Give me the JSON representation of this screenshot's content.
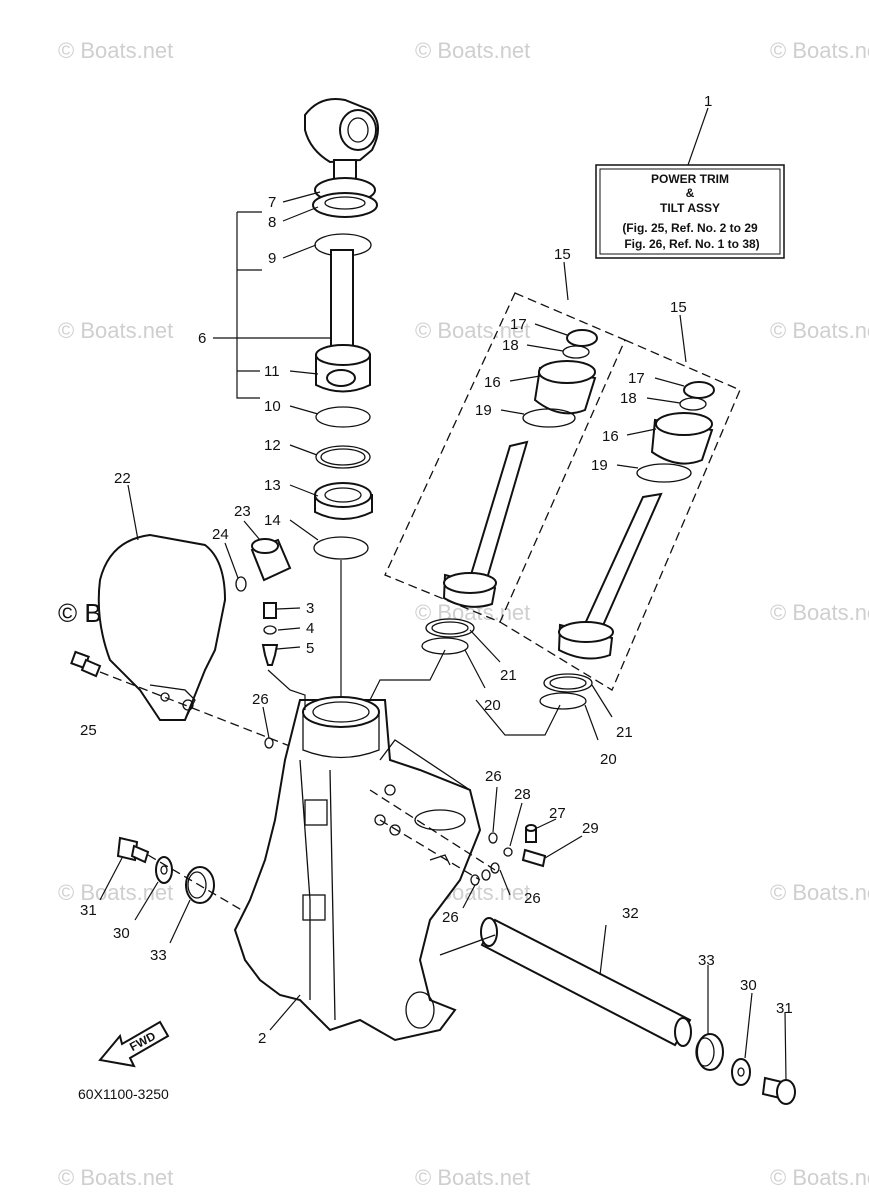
{
  "diagram": {
    "figure_code": "60X1100-3250",
    "fwd_label": "FWD",
    "watermark": "© Boats.net",
    "info_box": {
      "line1": "POWER TRIM",
      "line2": "&",
      "line3": "TILT ASSY",
      "line4": "(Fig. 25, Ref. No. 2 to 29",
      "line5": "Fig. 26, Ref. No. 1 to 38)"
    },
    "callouts": {
      "n1": "1",
      "n2": "2",
      "n3": "3",
      "n4": "4",
      "n5": "5",
      "n6": "6",
      "n7": "7",
      "n8": "8",
      "n9": "9",
      "n10": "10",
      "n11": "11",
      "n12": "12",
      "n13": "13",
      "n14": "14",
      "n15a": "15",
      "n15b": "15",
      "n16a": "16",
      "n16b": "16",
      "n17a": "17",
      "n17b": "17",
      "n18a": "18",
      "n18b": "18",
      "n19a": "19",
      "n19b": "19",
      "n20a": "20",
      "n20b": "20",
      "n21a": "21",
      "n21b": "21",
      "n22": "22",
      "n23": "23",
      "n24": "24",
      "n25": "25",
      "n26a": "26",
      "n26b": "26",
      "n26c": "26",
      "n26d": "26",
      "n27": "27",
      "n28": "28",
      "n29": "29",
      "n30a": "30",
      "n30b": "30",
      "n31a": "31",
      "n31b": "31",
      "n32": "32",
      "n33a": "33",
      "n33b": "33"
    }
  }
}
